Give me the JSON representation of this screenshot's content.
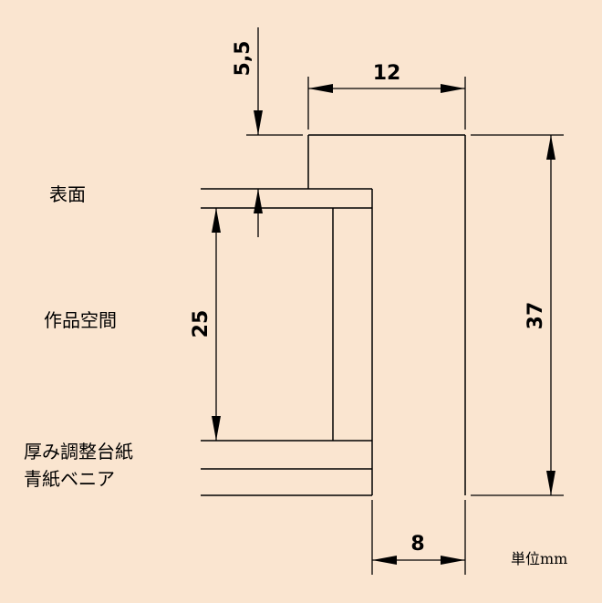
{
  "labels": {
    "surface": "表面",
    "work_space": "作品空間",
    "thickness_board": "厚み調整台紙",
    "blue_paper": "青紙ベニア",
    "unit": "単位mm"
  },
  "dimensions": {
    "top_offset": "5,5",
    "depth": "12",
    "inner_height": "25",
    "total_height": "37",
    "bottom_width": "8"
  }
}
